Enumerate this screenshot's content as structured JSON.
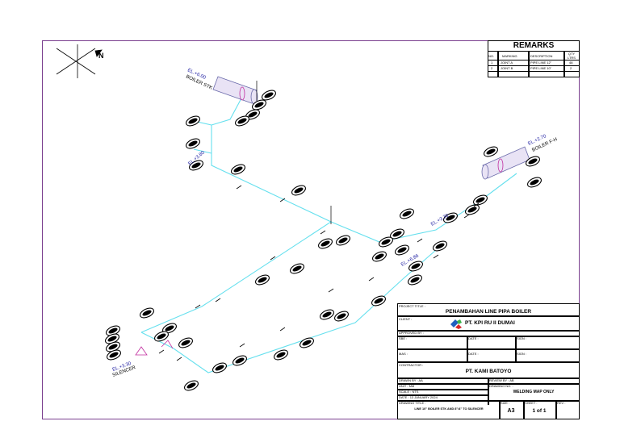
{
  "north": "N",
  "remarks": {
    "title": "REMARKS",
    "headers": [
      "NO.",
      "MARKING",
      "DESCRIPTION",
      "QTY LTRS"
    ],
    "rows": [
      [
        "1",
        "JOINT A",
        "PIPE LINE 12\"",
        "48"
      ],
      [
        "2",
        "JOINT B",
        "PIPE LINE 10\"",
        "2"
      ]
    ]
  },
  "elevations": {
    "top": "EL.+6.00",
    "top_sub": "BOILER STK",
    "right": "EL.+2.70",
    "right_sub": "BOILER F-H",
    "left": "EL.+3.80",
    "mid1": "EL.+3.30",
    "mid2": "EL.+6.86",
    "bottom": "EL.+3.30",
    "bottom_sub": "SILENCER"
  },
  "title_block": {
    "project_label": "PROJECT TITLE :",
    "project": "PENAMBAHAN LINE PIPA BOILER",
    "client_label": "CLIENT :",
    "client": "PT. KPI RU II DUMAI",
    "approved_label": "APPROVED BY :",
    "see_label": "SBE :",
    "mas_label": "MAS :",
    "date_label": "DATE :",
    "sign_label": "SIGN :",
    "contractor_label": "CONTRACTOR :",
    "contractor": "PT. KAMI BATOYO",
    "drawn_label": "DRAWN BY : AA",
    "review_label": "REVIEW BY : AB",
    "unit_label": "UNIT      : MM",
    "drawing_no_label": "DRAWING NO. :",
    "drawing_no": "WELDING MAP ONLY",
    "scale_label": "SCALE     : NTS",
    "date_value": "DATE       : 13 JANUARY 2024",
    "drawing_title_label": "DRAWING TITLE :",
    "drawing_title": "LINE 10\" BOILER STK AND 8\"/4\" TO SILENCER",
    "size_label": "SIZE :",
    "size": "A3",
    "sheet_label": "SHEET :",
    "sheet": "1 of 1",
    "rev_label": "REV :"
  }
}
